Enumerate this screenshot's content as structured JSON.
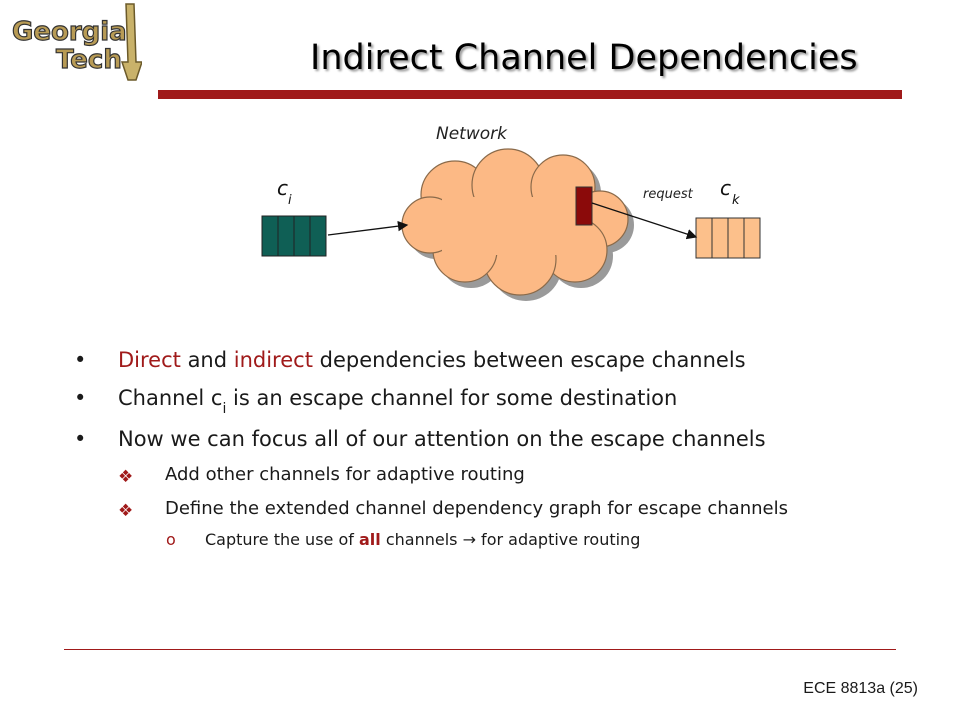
{
  "logo": {
    "line1": "Georgia",
    "line2": "Tech"
  },
  "title": "Indirect Channel Dependencies",
  "diagram": {
    "network_label": "Network",
    "ci_base": "c",
    "ci_sub": "i",
    "ck_base": "c",
    "ck_sub": "k",
    "request_label": "request",
    "colors": {
      "ci_queue": "#0f5f55",
      "ck_queue": "#fcc08b",
      "cloud": "#fcb985",
      "buffer": "#8b0a0a",
      "accent": "#a01a1a"
    }
  },
  "bullets": {
    "b1": {
      "marker": "•",
      "word_direct": "Direct",
      "and": " and ",
      "word_indirect": "indirect",
      "rest": " dependencies between escape channels"
    },
    "b2": {
      "marker": "•",
      "prefix": "Channel c",
      "sub": "i",
      "rest": "  is an escape channel for some destination"
    },
    "b3": {
      "marker": "•",
      "text": "Now we can focus all of our attention on the escape channels"
    },
    "s1": {
      "marker": "❖",
      "text": "Add other channels for adaptive routing"
    },
    "s2": {
      "marker": "❖",
      "text": "Define the extended channel dependency graph for escape channels"
    },
    "ss1": {
      "marker": "o",
      "prefix": "Capture the use of ",
      "bold": "all",
      "middle": " channels ",
      "arrow": "→",
      "suffix": " for adaptive routing"
    }
  },
  "footer": "ECE 8813a  (25)"
}
